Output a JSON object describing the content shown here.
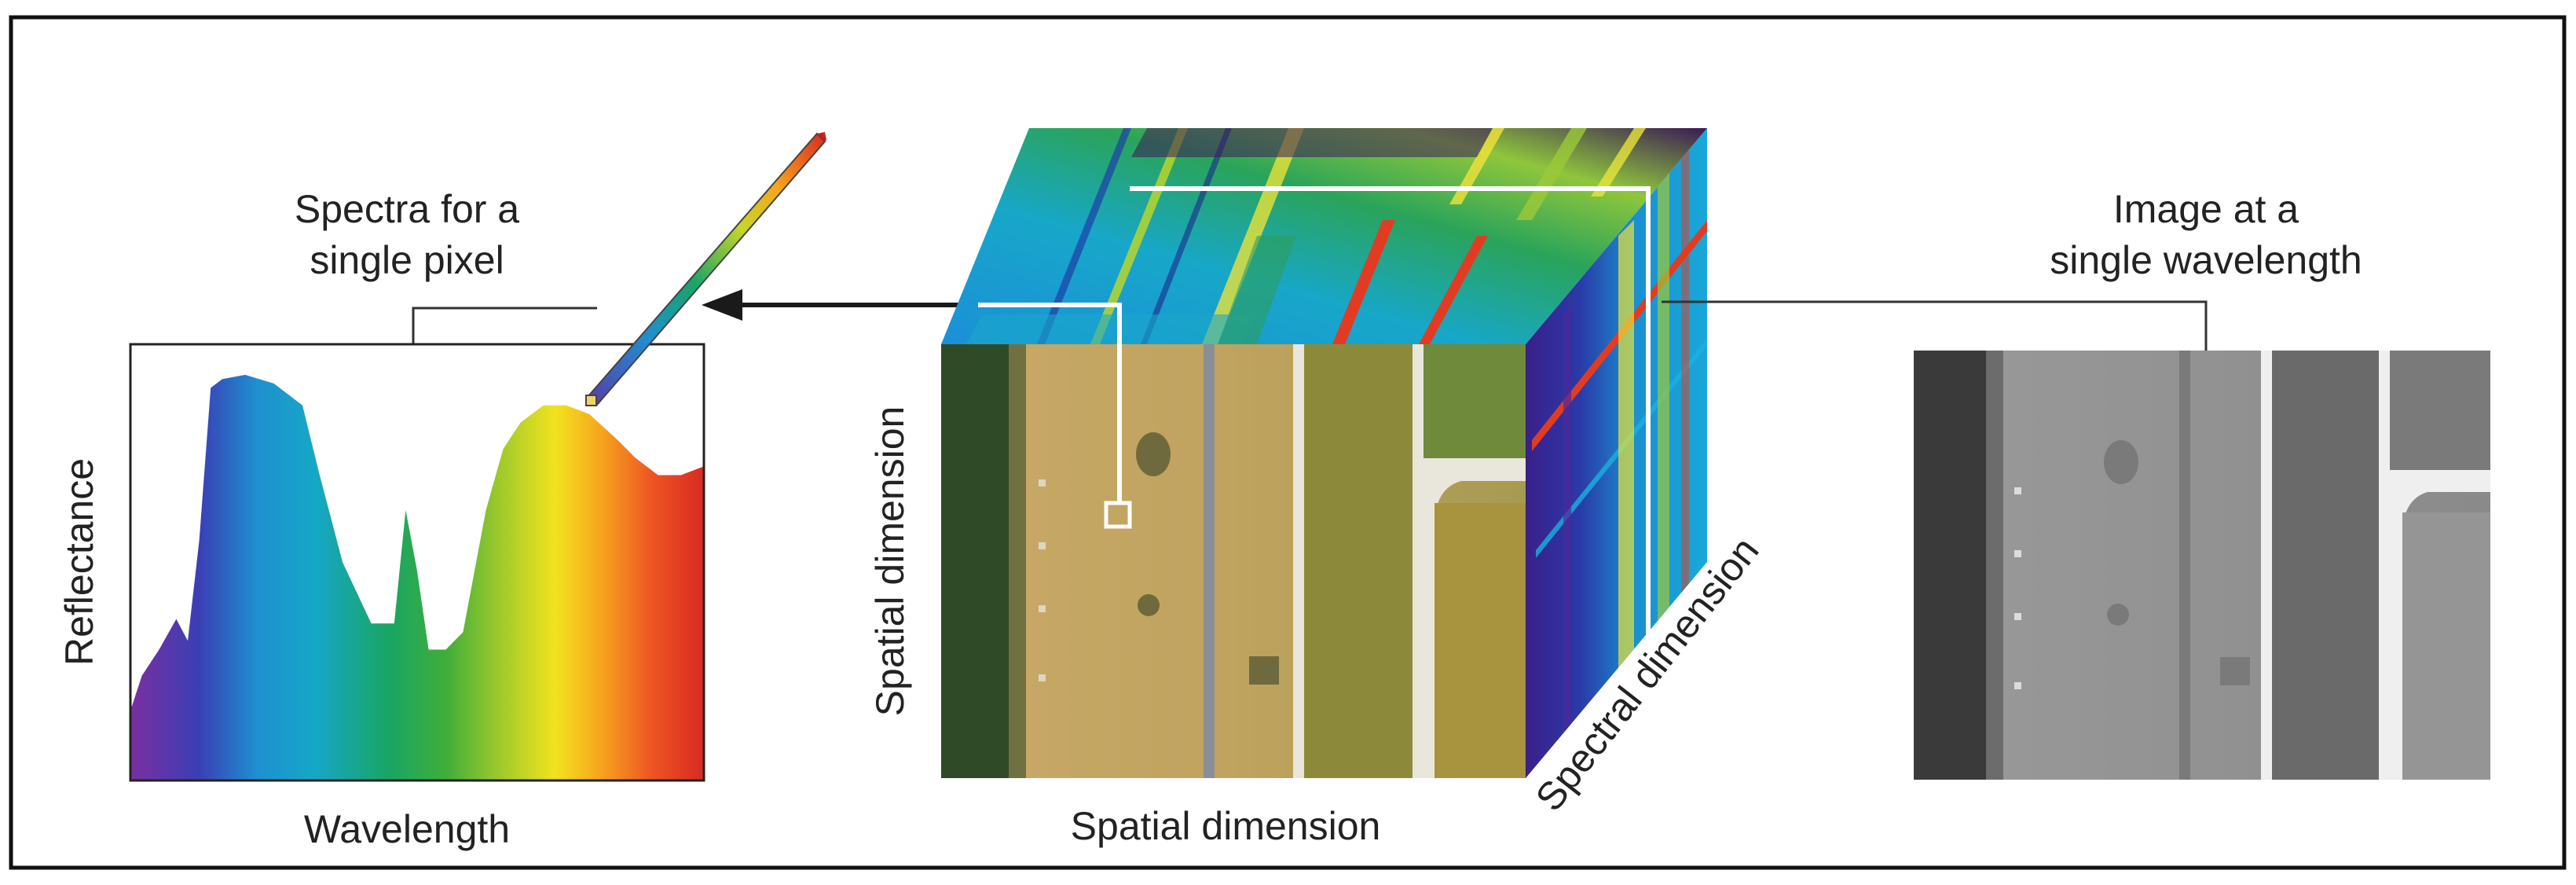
{
  "figure": {
    "left_panel": {
      "title_line1": "Spectra for a",
      "title_line2": "single pixel",
      "y_axis_label": "Reflectance",
      "x_axis_label": "Wavelength"
    },
    "cube": {
      "left_axis_label": "Spatial dimension",
      "bottom_axis_label": "Spatial dimension",
      "depth_axis_label": "Spectral dimension"
    },
    "right_panel": {
      "title_line1": "Image at a",
      "title_line2": "single wavelength"
    }
  },
  "colors": {
    "frame": "#111111",
    "arrow": "#1a1a1a",
    "highlight": "#ffffff",
    "spectrum_stops": [
      "#7a2fa0",
      "#3a3fb5",
      "#1f8fd0",
      "#16a7c8",
      "#19a565",
      "#3fae3a",
      "#9ac92c",
      "#f2e31f",
      "#f6a51d",
      "#ee5423",
      "#d92a22"
    ]
  },
  "chart_data": {
    "type": "area",
    "x": [
      0,
      0.02,
      0.05,
      0.08,
      0.1,
      0.12,
      0.14,
      0.16,
      0.2,
      0.25,
      0.3,
      0.33,
      0.37,
      0.42,
      0.46,
      0.48,
      0.5,
      0.52,
      0.55,
      0.58,
      0.62,
      0.65,
      0.68,
      0.7,
      0.72,
      0.76,
      0.8,
      0.85,
      0.88,
      0.92,
      0.96,
      1.0
    ],
    "values": [
      0.16,
      0.24,
      0.3,
      0.37,
      0.32,
      0.55,
      0.9,
      0.92,
      0.93,
      0.91,
      0.86,
      0.7,
      0.5,
      0.36,
      0.36,
      0.62,
      0.48,
      0.3,
      0.3,
      0.34,
      0.62,
      0.76,
      0.82,
      0.84,
      0.86,
      0.86,
      0.84,
      0.78,
      0.74,
      0.7,
      0.7,
      0.72
    ],
    "xlabel": "Wavelength",
    "ylabel": "Reflectance",
    "ylim": [
      0,
      1
    ]
  }
}
